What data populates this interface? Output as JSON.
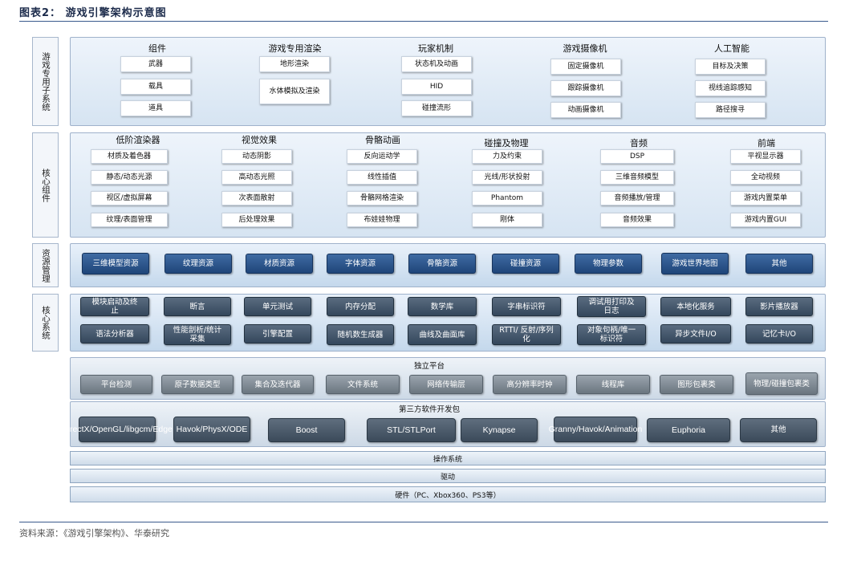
{
  "figure_title": "图表2：  游戏引擎架构示意图",
  "source": "资料来源：《游戏引擎架构》、华泰研究",
  "game_subsystems": {
    "side_label": "游戏专用子系统",
    "groups": [
      {
        "title": "组件",
        "items": [
          "武器",
          "载具",
          "道具"
        ]
      },
      {
        "title": "游戏专用渲染",
        "items": [
          "地形渲染",
          "水体模拟及渲染"
        ]
      },
      {
        "title": "玩家机制",
        "items": [
          "状态机及动画",
          "HID",
          "碰撞流形"
        ]
      },
      {
        "title": "游戏摄像机",
        "items": [
          "固定摄像机",
          "跟踪摄像机",
          "动画摄像机"
        ]
      },
      {
        "title": "人工智能",
        "items": [
          "目标及决策",
          "视线追踪感知",
          "路径搜寻"
        ]
      }
    ]
  },
  "core_components": {
    "side_label": "核心组件",
    "groups": [
      {
        "title": "低阶渲染器",
        "items": [
          "材质及着色器",
          "静态/动态光源",
          "视区/虚拟屏幕",
          "纹理/表面管理"
        ]
      },
      {
        "title": "视觉效果",
        "items": [
          "动态阴影",
          "高动态光照",
          "次表面散射",
          "后处理效果"
        ]
      },
      {
        "title": "骨骼动画",
        "items": [
          "反向运动学",
          "线性插值",
          "骨骼网格渲染",
          "布娃娃物理"
        ]
      },
      {
        "title": "碰撞及物理",
        "items": [
          "力及约束",
          "光线/形状投射",
          "Phantom",
          "刚体"
        ]
      },
      {
        "title": "音频",
        "items": [
          "DSP",
          "三维音频模型",
          "音频播放/管理",
          "音频效果"
        ]
      },
      {
        "title": "前端",
        "items": [
          "平视显示器",
          "全动视频",
          "游戏内置菜单",
          "游戏内置GUI"
        ]
      }
    ]
  },
  "resource_management": {
    "side_label": "资源管理",
    "items": [
      "三维模型资源",
      "纹理资源",
      "材质资源",
      "字体资源",
      "骨骼资源",
      "碰撞资源",
      "物理参数",
      "游戏世界地图",
      "其他"
    ]
  },
  "core_systems": {
    "side_label": "核心系统",
    "row1": [
      "模块启动及终止",
      "断言",
      "单元测试",
      "内存分配",
      "数学库",
      "字串标识符",
      "调试用打印及日志",
      "本地化服务",
      "影片播放器"
    ],
    "row2": [
      "语法分析器",
      "性能剖析/统计采集",
      "引擎配置",
      "随机数生成器",
      "曲线及曲面库",
      "RTTI/ 反射/序列化",
      "对象句柄/唯一标识符",
      "异步文件I/O",
      "记忆卡I/O"
    ]
  },
  "platform": {
    "title": "独立平台",
    "items": [
      "平台检测",
      "原子数据类型",
      "集合及迭代器",
      "文件系统",
      "网络传输层",
      "高分辨率时钟",
      "线程库",
      "图形包裹类",
      "物理/碰撞包裹类"
    ]
  },
  "third_party": {
    "title": "第三方软件开发包",
    "items": [
      "DirectX/OpenGL/libgcm/Edge",
      "Havok/PhysX/ODE",
      "Boost",
      "STL/STLPort",
      "Kynapse",
      "Granny/Havok/Animation",
      "Euphoria",
      "其他"
    ]
  },
  "layers": [
    "操作系统",
    "驱动",
    "硬件（PC、Xbox360、PS3等）"
  ],
  "colors": {
    "navy_box": "#1f4579",
    "dark_box": "#34475c",
    "gray_box": "#6b7680",
    "panel_blue": "#d6e4f2"
  }
}
